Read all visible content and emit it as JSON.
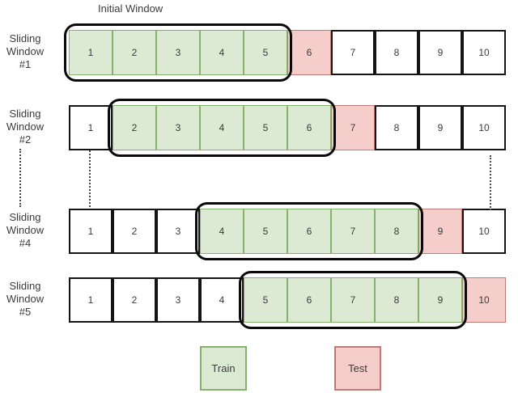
{
  "title": "Initial Window",
  "colors": {
    "train_fill": "#dcead4",
    "train_border": "#86b16c",
    "test_fill": "#f5cecc",
    "test_border": "#be7b76",
    "outline": "#0a0a0a"
  },
  "rows": [
    {
      "label": "Sliding Window #1",
      "window": {
        "start": 1,
        "end": 5
      },
      "cells": [
        {
          "v": "1",
          "role": "train"
        },
        {
          "v": "2",
          "role": "train"
        },
        {
          "v": "3",
          "role": "train"
        },
        {
          "v": "4",
          "role": "train"
        },
        {
          "v": "5",
          "role": "train"
        },
        {
          "v": "6",
          "role": "test"
        },
        {
          "v": "7",
          "role": "plain"
        },
        {
          "v": "8",
          "role": "plain"
        },
        {
          "v": "9",
          "role": "plain"
        },
        {
          "v": "10",
          "role": "plain"
        }
      ]
    },
    {
      "label": "Sliding Window #2",
      "window": {
        "start": 2,
        "end": 6
      },
      "cells": [
        {
          "v": "1",
          "role": "plain"
        },
        {
          "v": "2",
          "role": "train"
        },
        {
          "v": "3",
          "role": "train"
        },
        {
          "v": "4",
          "role": "train"
        },
        {
          "v": "5",
          "role": "train"
        },
        {
          "v": "6",
          "role": "train"
        },
        {
          "v": "7",
          "role": "test"
        },
        {
          "v": "8",
          "role": "plain"
        },
        {
          "v": "9",
          "role": "plain"
        },
        {
          "v": "10",
          "role": "plain"
        }
      ]
    },
    {
      "label": "Sliding Window #4",
      "window": {
        "start": 4,
        "end": 8
      },
      "cells": [
        {
          "v": "1",
          "role": "plain"
        },
        {
          "v": "2",
          "role": "plain"
        },
        {
          "v": "3",
          "role": "plain"
        },
        {
          "v": "4",
          "role": "train"
        },
        {
          "v": "5",
          "role": "train"
        },
        {
          "v": "6",
          "role": "train"
        },
        {
          "v": "7",
          "role": "train"
        },
        {
          "v": "8",
          "role": "train"
        },
        {
          "v": "9",
          "role": "test"
        },
        {
          "v": "10",
          "role": "plain"
        }
      ]
    },
    {
      "label": "Sliding Window #5",
      "window": {
        "start": 5,
        "end": 9
      },
      "cells": [
        {
          "v": "1",
          "role": "plain"
        },
        {
          "v": "2",
          "role": "plain"
        },
        {
          "v": "3",
          "role": "plain"
        },
        {
          "v": "4",
          "role": "plain"
        },
        {
          "v": "5",
          "role": "train"
        },
        {
          "v": "6",
          "role": "train"
        },
        {
          "v": "7",
          "role": "train"
        },
        {
          "v": "8",
          "role": "train"
        },
        {
          "v": "9",
          "role": "train"
        },
        {
          "v": "10",
          "role": "test"
        }
      ]
    }
  ],
  "legend": {
    "train": "Train",
    "test": "Test"
  }
}
